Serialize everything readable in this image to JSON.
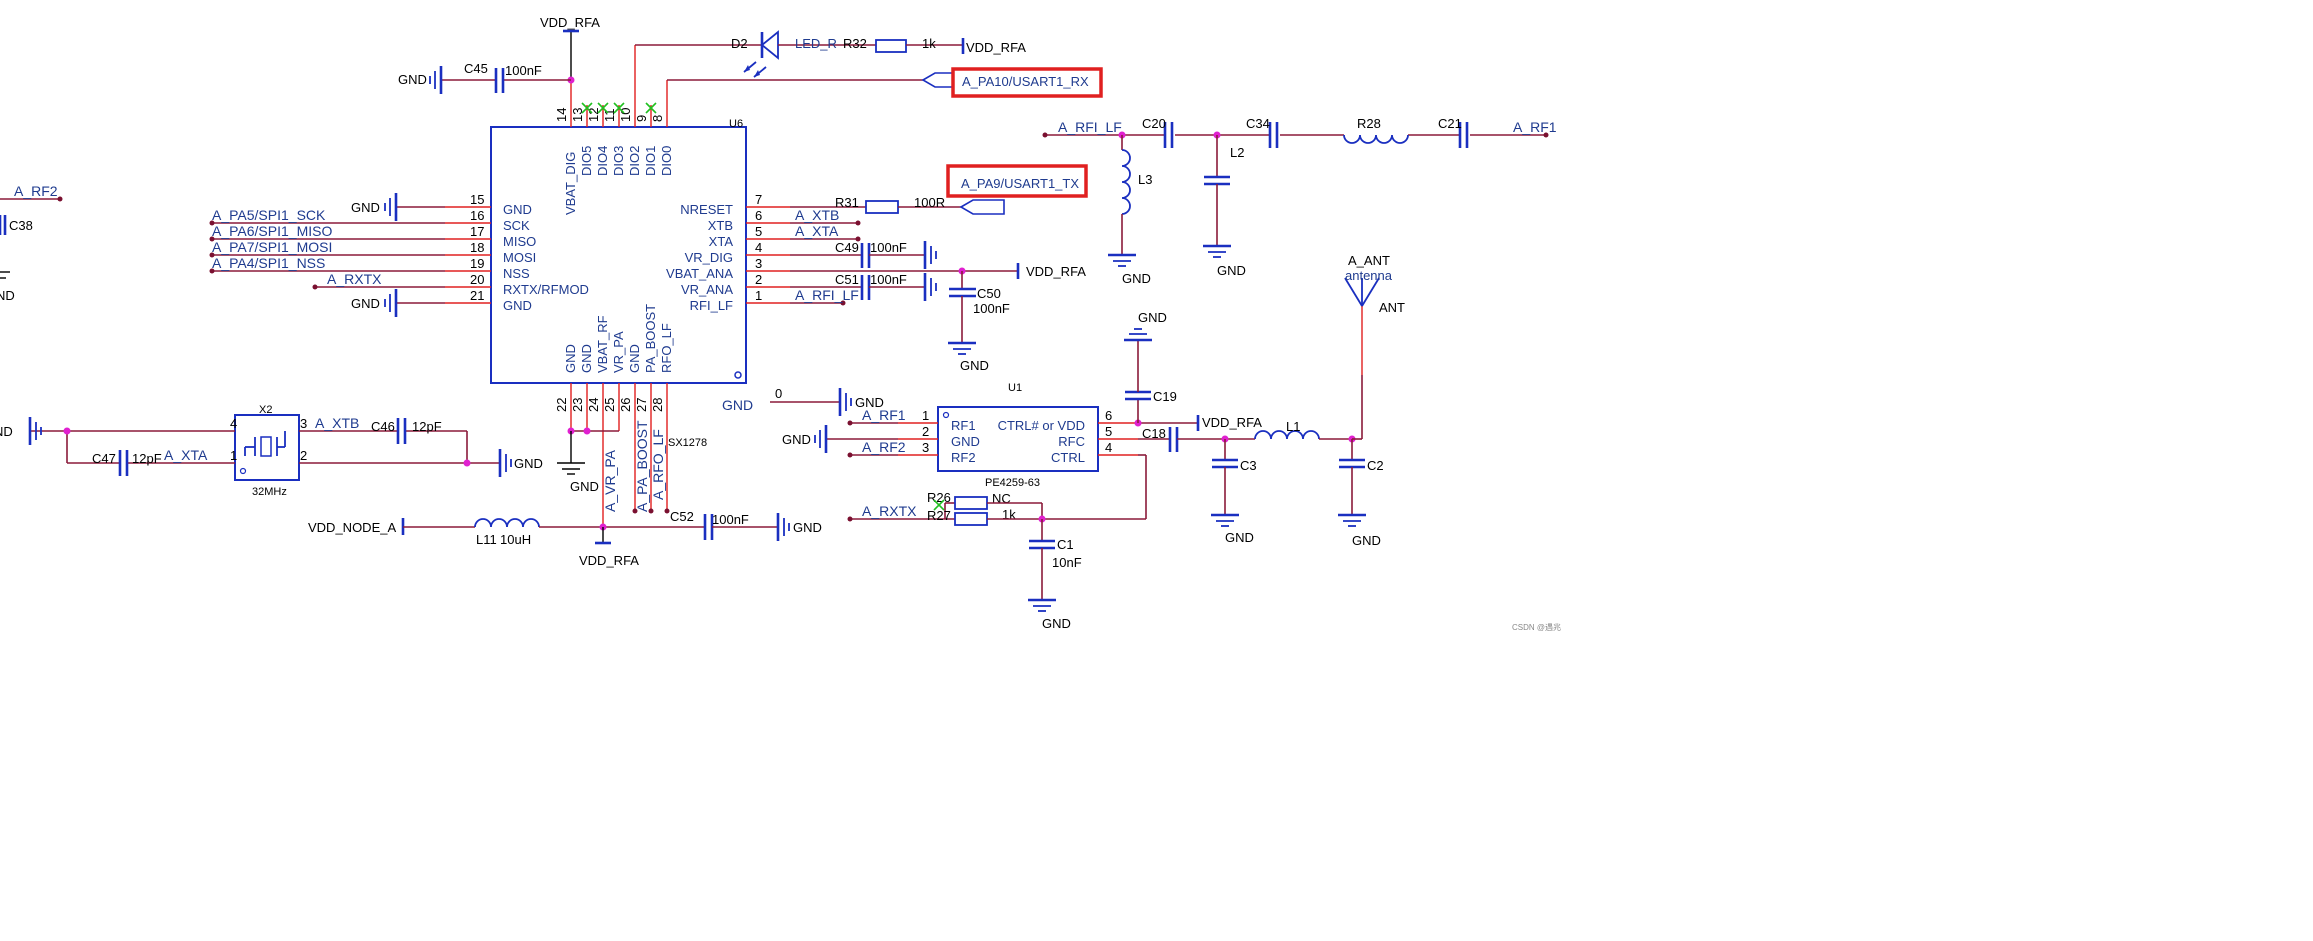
{
  "u6": {
    "ref": "U6",
    "part": "SX1278",
    "left_pins": [
      {
        "num": "15",
        "name": "GND"
      },
      {
        "num": "16",
        "name": "SCK"
      },
      {
        "num": "17",
        "name": "MISO"
      },
      {
        "num": "18",
        "name": "MOSI"
      },
      {
        "num": "19",
        "name": "NSS"
      },
      {
        "num": "20",
        "name": "RXTX/RFMOD"
      },
      {
        "num": "21",
        "name": "GND"
      }
    ],
    "right_pins": [
      {
        "num": "7",
        "name": "NRESET"
      },
      {
        "num": "6",
        "name": "XTB"
      },
      {
        "num": "5",
        "name": "XTA"
      },
      {
        "num": "4",
        "name": "VR_DIG"
      },
      {
        "num": "3",
        "name": "VBAT_ANA"
      },
      {
        "num": "2",
        "name": "VR_ANA"
      },
      {
        "num": "1",
        "name": "RFI_LF"
      }
    ],
    "top_pins": [
      {
        "num": "14",
        "name": "VBAT_DIG"
      },
      {
        "num": "13",
        "name": "DIO5"
      },
      {
        "num": "12",
        "name": "DIO4"
      },
      {
        "num": "11",
        "name": "DIO3"
      },
      {
        "num": "10",
        "name": "DIO2"
      },
      {
        "num": "9",
        "name": "DIO1"
      },
      {
        "num": "8",
        "name": "DIO0"
      }
    ],
    "bottom_pins": [
      {
        "num": "22",
        "name": "GND"
      },
      {
        "num": "23",
        "name": "GND"
      },
      {
        "num": "24",
        "name": "VBAT_RF"
      },
      {
        "num": "25",
        "name": "VR_PA"
      },
      {
        "num": "26",
        "name": "GND"
      },
      {
        "num": "27",
        "name": "PA_BOOST"
      },
      {
        "num": "28",
        "name": "RFO_LF"
      }
    ]
  },
  "u1": {
    "ref": "U1",
    "part": "PE4259-63",
    "left_pins": [
      {
        "num": "1",
        "name": "RF1"
      },
      {
        "num": "2",
        "name": "GND"
      },
      {
        "num": "3",
        "name": "RF2"
      }
    ],
    "right_pins": [
      {
        "num": "6",
        "name": "CTRL# or VDD"
      },
      {
        "num": "5",
        "name": "RFC"
      },
      {
        "num": "4",
        "name": "CTRL"
      }
    ]
  },
  "x2": {
    "ref": "X2",
    "freq": "32MHz",
    "pins": [
      "1",
      "2",
      "3",
      "4"
    ]
  },
  "nets": {
    "vdd_rfa": "VDD_RFA",
    "gnd": "GND",
    "vdd_node_a": "VDD_NODE_A",
    "rx": "A_PA10/USART1_RX",
    "tx": "A_PA9/USART1_TX",
    "sck": "A_PA5/SPI1_SCK",
    "miso": "A_PA6/SPI1_MISO",
    "mosi": "A_PA7/SPI1_MOSI",
    "nss": "A_PA4/SPI1_NSS",
    "rxtx": "A_RXTX",
    "xtb": "A_XTB",
    "xta": "A_XTA",
    "rfi_lf": "A_RFI_LF",
    "rf1": "A_RF1",
    "rf2": "A_RF2",
    "vr_pa": "A_VR_PA",
    "pa_boost": "A_PA_BOOST",
    "rfo_lf": "A_RFO_LF",
    "ant": "A_ANT",
    "antenna": "antenna",
    "ant_sym": "ANT",
    "led_r": "LED_R",
    "zero": "0"
  },
  "components": {
    "c45": {
      "ref": "C45",
      "value": "100nF"
    },
    "c49": {
      "ref": "C49",
      "value": "100nF"
    },
    "c51": {
      "ref": "C51",
      "value": "100nF"
    },
    "c50": {
      "ref": "C50",
      "value": "100nF"
    },
    "c46": {
      "ref": "C46",
      "value": "12pF"
    },
    "c47": {
      "ref": "C47",
      "value": "12pF"
    },
    "c52": {
      "ref": "C52",
      "value": "100nF"
    },
    "c1": {
      "ref": "C1",
      "value": "10nF"
    },
    "c18": {
      "ref": "C18"
    },
    "c19": {
      "ref": "C19"
    },
    "c20": {
      "ref": "C20"
    },
    "c34": {
      "ref": "C34"
    },
    "c21": {
      "ref": "C21"
    },
    "c2": {
      "ref": "C2"
    },
    "c3": {
      "ref": "C3"
    },
    "c38": {
      "ref": "C38"
    },
    "r31": {
      "ref": "R31",
      "value": "100R"
    },
    "r32": {
      "ref": "R32",
      "value": "1k"
    },
    "r26": {
      "ref": "R26",
      "value": "NC"
    },
    "r27": {
      "ref": "R27",
      "value": "1k"
    },
    "r28": {
      "ref": "R28"
    },
    "l11": {
      "ref": "L11",
      "value": "10uH"
    },
    "l1": {
      "ref": "L1"
    },
    "l2": {
      "ref": "L2"
    },
    "l3": {
      "ref": "L3"
    },
    "d2": {
      "ref": "D2"
    }
  },
  "left_edge": {
    "rf2": "A_RF2",
    "c38": "C38",
    "gnd_partial": "ND",
    "gnd_partial2": "ND"
  },
  "watermark": "CSDN @遇兆",
  "colors": {
    "wire": "#8b1a3a",
    "pin": "#e02020",
    "symbol": "#1a2fc0",
    "label": "#1f3b8f",
    "junction": "#e020d0",
    "highlight": "#e02020"
  }
}
